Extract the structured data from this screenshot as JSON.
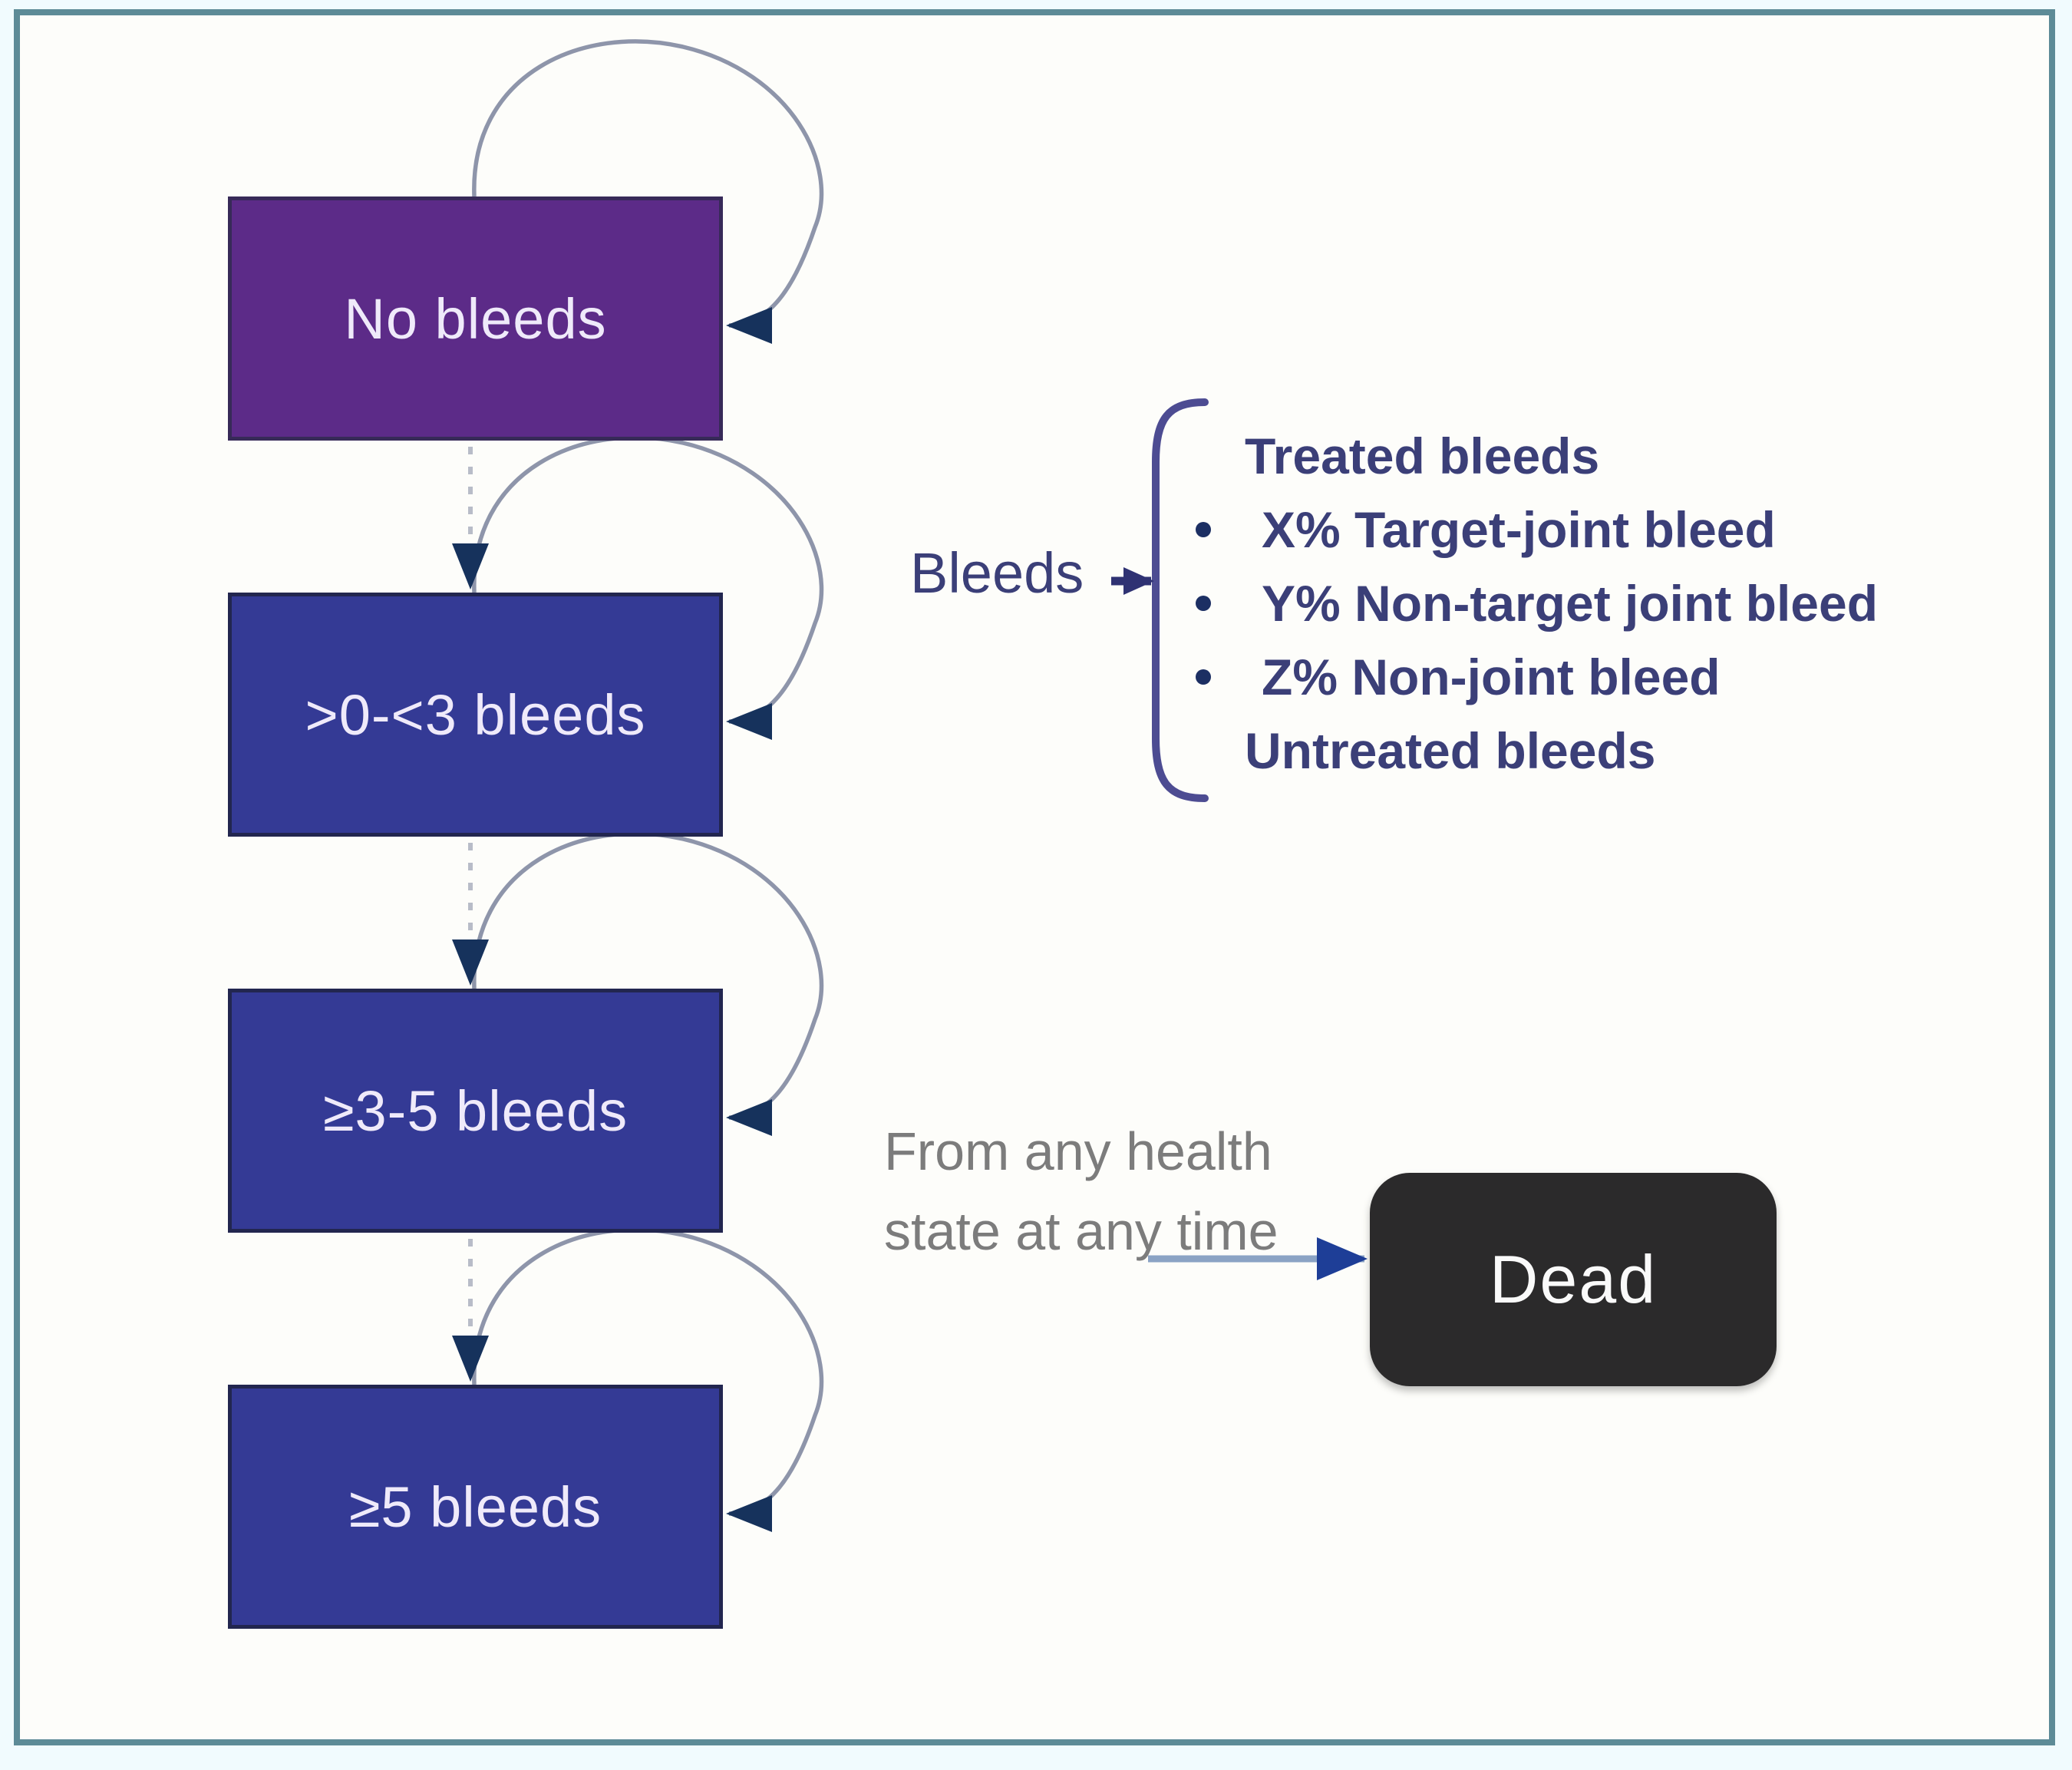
{
  "diagram": {
    "title_hidden": "",
    "states": [
      {
        "label": "No bleeds",
        "fill": "#5c2b88"
      },
      {
        "label": ">0-<3 bleeds",
        "fill": "#343a95"
      },
      {
        "label": "≥3-5 bleeds",
        "fill": "#343a95"
      },
      {
        "label": "≥5 bleeds",
        "fill": "#343a95"
      }
    ],
    "dead_state": {
      "label": "Dead",
      "fill": "#2b2a2b"
    },
    "bleeds_label": "Bleeds",
    "bleed_breakdown": {
      "treated_header": "Treated bleeds",
      "items": [
        "X% Target-joint bleed",
        "Y% Non-target joint bleed",
        "Z% Non-joint bleed"
      ],
      "untreated_header": "Untreated bleeds"
    },
    "death_note": {
      "line1": "From any health",
      "line2": "state at any time"
    },
    "colors": {
      "frame_border": "#5d8b97",
      "outer_background": "#f1fbfe",
      "inner_background": "#fdfdfa",
      "state_text": "#efeafa",
      "self_loop_arc": "#8e95aa",
      "arrowhead_navy": "#16325c",
      "dotted_transition": "#b8bcc8",
      "side_text_navy": "#3b3f78",
      "bracket": "#4d4c92",
      "dead_arrow_line": "#8ba3c4",
      "dead_arrowhead": "#1e3e97",
      "note_gray": "#7c7c7c"
    }
  }
}
